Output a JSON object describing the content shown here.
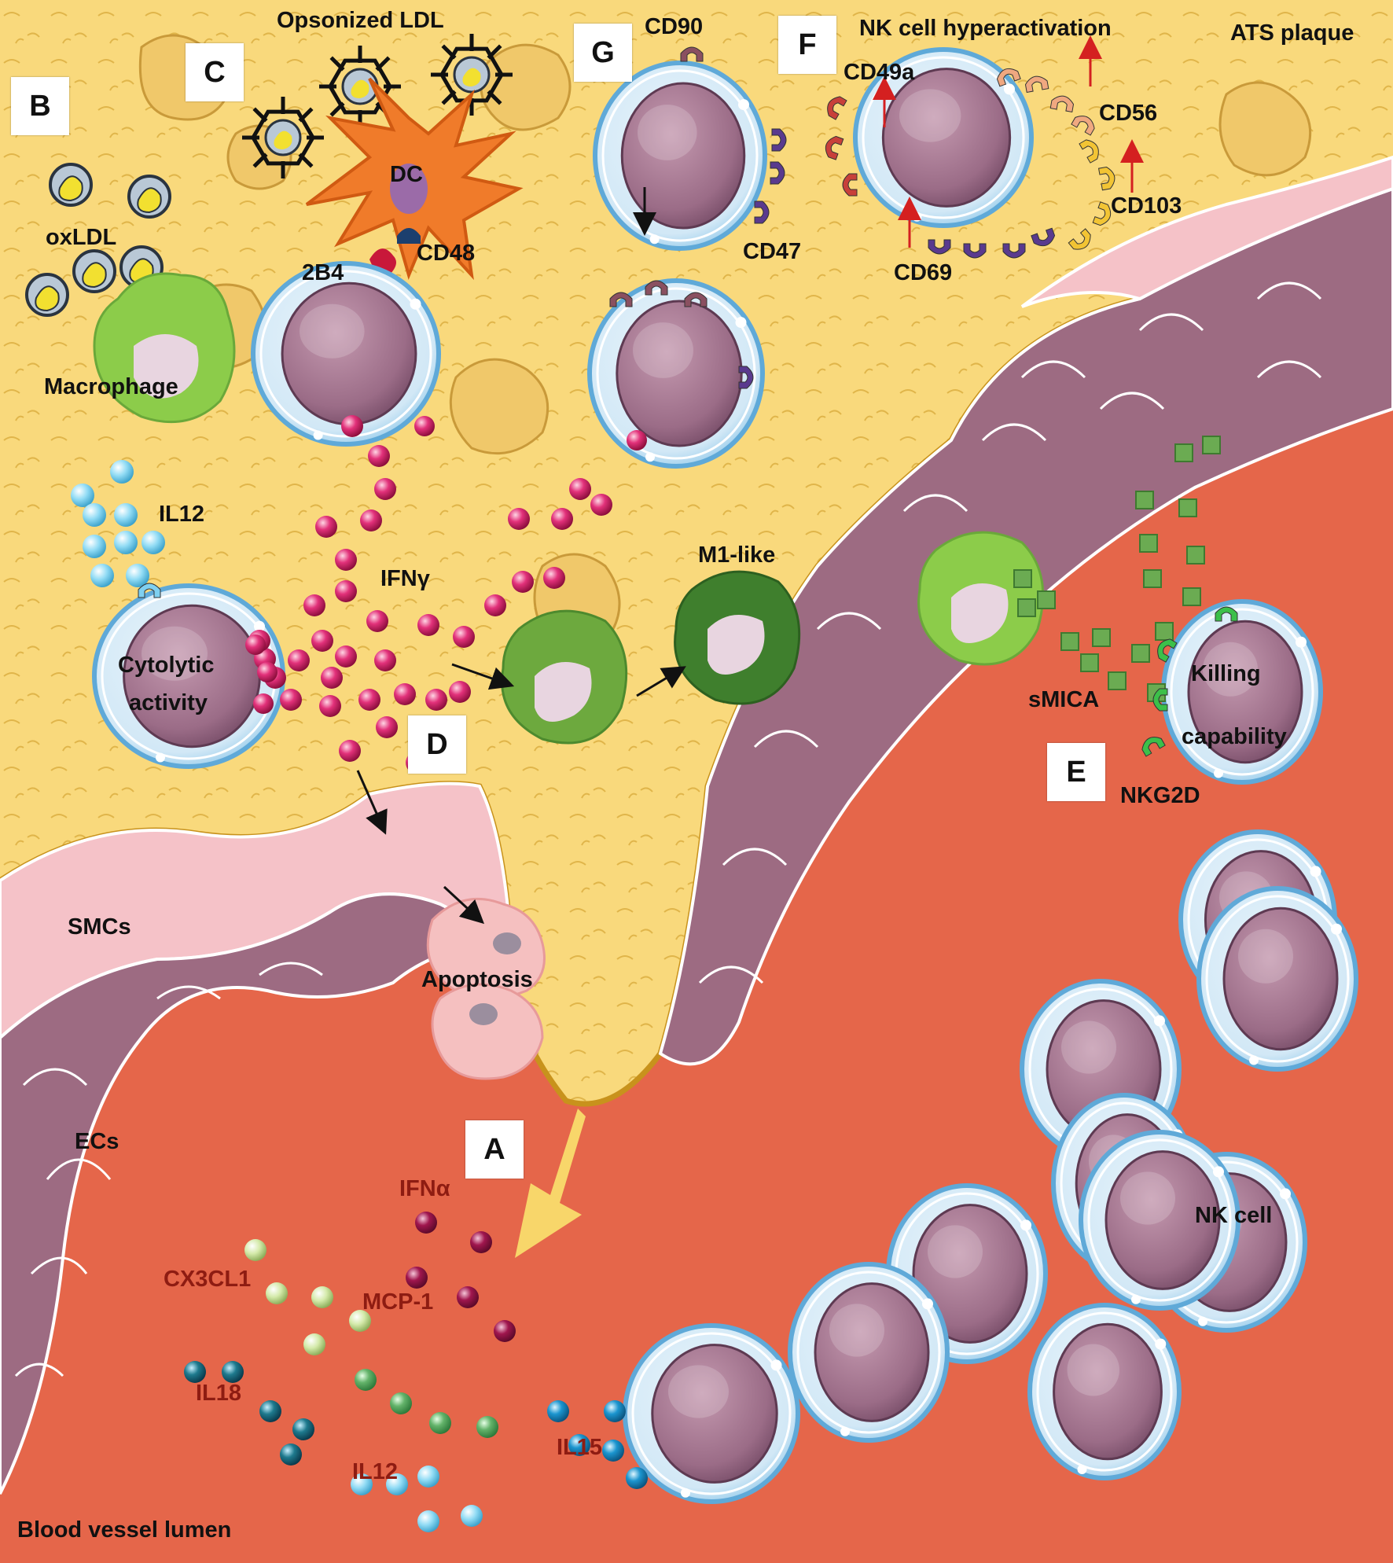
{
  "panels": {
    "a": "A",
    "b": "B",
    "c": "C",
    "d": "D",
    "e": "E",
    "f": "F",
    "g": "G"
  },
  "labels": {
    "opsonized_ldl": "Opsonized LDL",
    "oxldl": "oxLDL",
    "macrophage": "Macrophage",
    "il12_top": "IL12",
    "cytolytic_line1": "Cytolytic",
    "cytolytic_line2": "activity",
    "dc": "DC",
    "cd48": "CD48",
    "twob4": "2B4",
    "ifng": "IFNγ",
    "cd90": "CD90",
    "cd47": "CD47",
    "m1_like": "M1-like",
    "nk_hyper": "NK cell hyperactivation",
    "ats_plaque": "ATS plaque",
    "cd49a": "CD49a",
    "cd56": "CD56",
    "cd103": "CD103",
    "cd69": "CD69",
    "smica": "sMICA",
    "killing_line1": "Killing",
    "killing_line2": "capability",
    "nkg2d": "NKG2D",
    "smcs": "SMCs",
    "apoptosis": "Apoptosis",
    "ecs": "ECs",
    "ifna": "IFNα",
    "cx3cl1": "CX3CL1",
    "mcp1": "MCP-1",
    "il18": "IL18",
    "il12_bottom": "IL12",
    "il15": "IL15",
    "nk_cell": "NK cell",
    "lumen": "Blood vessel lumen"
  },
  "colors": {
    "plaque": "#f9d97c",
    "lumen": "#e5664a",
    "vessel_wall": "#9d6b82",
    "plaque_border": "#c8921c",
    "ifn_gamma": "#cc1d5e",
    "il12": "#7fd0f0",
    "nk_membrane": "#8ec8ea",
    "nk_nucleus": "#9b6c87",
    "macrophage": "#8ccc4a",
    "m1_macrophage": "#3f7f2d",
    "dc": "#f07b2a",
    "smica": "#6bab52",
    "nkg2d": "#3cc04a",
    "cd47": "#5a3a8e",
    "cd90": "#8a5060",
    "arrow_up": "#d42020",
    "apoptotic_cell": "#f5c0c0"
  },
  "icons": [
    "oxldl-particle-icon",
    "opsonized-ldl-icon",
    "nk-cell-icon",
    "macrophage-icon",
    "dendritic-cell-icon",
    "cytokine-sphere-icon",
    "receptor-icon",
    "smica-cube-icon",
    "apoptotic-cell-icon",
    "arrow-icon"
  ]
}
